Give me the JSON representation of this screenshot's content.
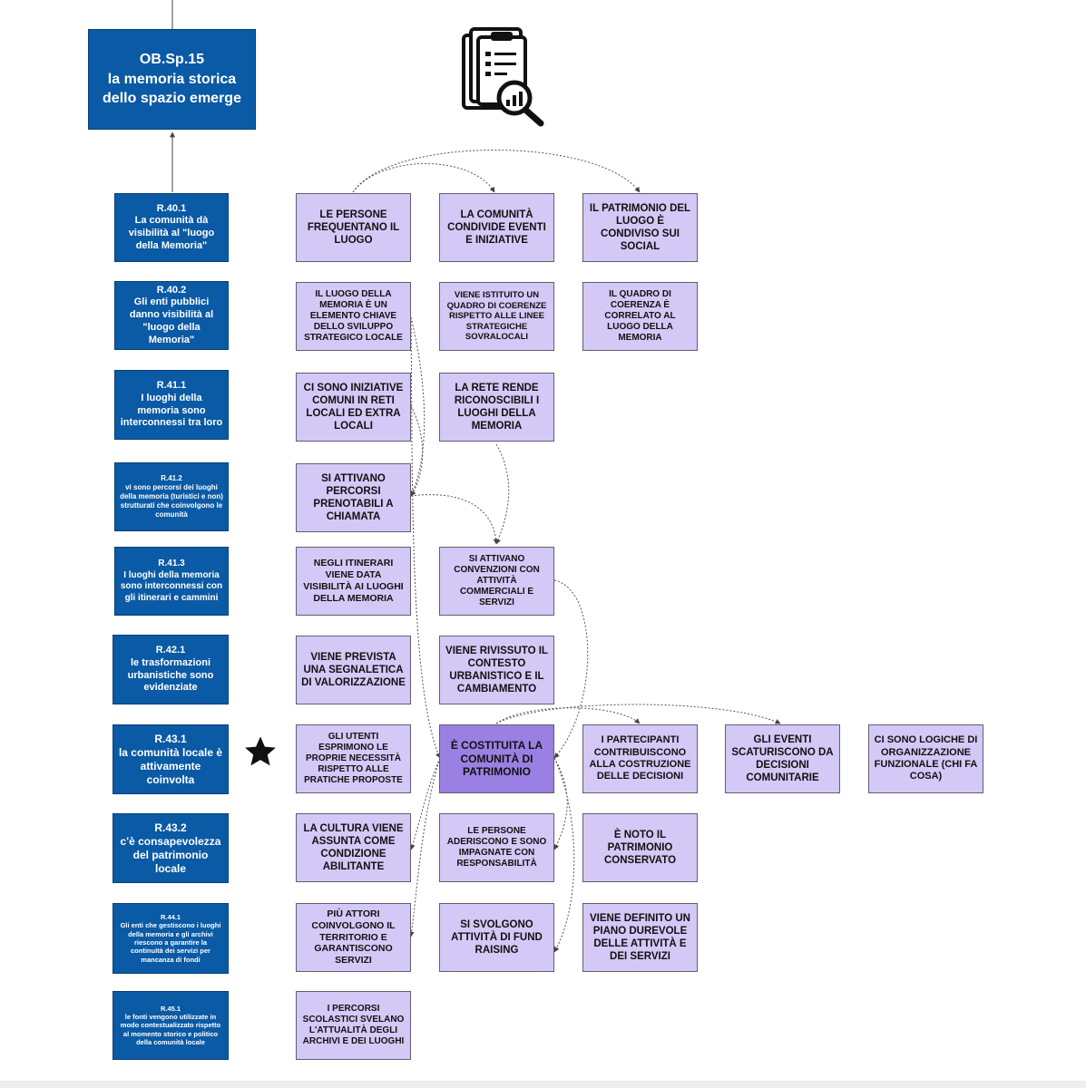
{
  "objective": {
    "code": "OB.Sp.15",
    "line1": "la memoria storica",
    "line2": "dello spazio emerge"
  },
  "results": [
    {
      "code": "R.40.1",
      "text": "La comunità dà visibilità al \"luogo della Memoria\""
    },
    {
      "code": "R.40.2",
      "text": "Gli enti pubblici danno visibilità al \"luogo della Memoria\""
    },
    {
      "code": "R.41.1",
      "text": "I luoghi della memoria sono interconnessi tra loro"
    },
    {
      "code": "R.41.2",
      "text": "vi sono percorsi dei luoghi della memoria (turistici e non) strutturati che coinvolgono le comunità"
    },
    {
      "code": "R.41.3",
      "text": "I luoghi della memoria sono interconnessi con gli itinerari e cammini"
    },
    {
      "code": "R.42.1",
      "text": "le trasformazioni urbanistiche sono evidenziate"
    },
    {
      "code": "R.43.1",
      "text": "la comunità locale è attivamente coinvolta"
    },
    {
      "code": "R.43.2",
      "text": "c'è consapevolezza del patrimonio locale"
    },
    {
      "code": "R.44.1",
      "text": "Gli enti che gestiscono i luoghi della memoria e gli archivi  riescono a garantire la continuità dei servizi per mancanza di fondi"
    },
    {
      "code": "R.45.1",
      "text": "le fonti vengono utilizzate  in modo contestualizzato rispetto al momento storico e politico della comunità locale"
    }
  ],
  "activities": {
    "c1": [
      "LE PERSONE FREQUENTANO IL LUOGO",
      "IL LUOGO DELLA MEMORIA È UN ELEMENTO CHIAVE DELLO SVILUPPO STRATEGICO LOCALE",
      "CI SONO INIZIATIVE COMUNI IN RETI LOCALI ED EXTRA LOCALI",
      "SI ATTIVANO PERCORSI PRENOTABILI A CHIAMATA",
      "NEGLI ITINERARI VIENE DATA VISIBILITÀ AI LUOGHI DELLA MEMORIA",
      "VIENE PREVISTA UNA SEGNALETICA DI VALORIZZAZIONE",
      "GLI UTENTI ESPRIMONO LE PROPRIE NECESSITÀ RISPETTO ALLE PRATICHE PROPOSTE",
      "LA CULTURA VIENE ASSUNTA COME CONDIZIONE ABILITANTE",
      "PIÙ ATTORI COINVOLGONO IL TERRITORIO E GARANTISCONO SERVIZI",
      "I PERCORSI SCOLASTICI SVELANO L'ATTUALITÀ DEGLI ARCHIVI E DEI LUOGHI"
    ],
    "c2": [
      "LA COMUNITÀ CONDIVIDE EVENTI E INIZIATIVE",
      "VIENE ISTITUITO UN QUADRO DI COERENZE RISPETTO ALLE LINEE STRATEGICHE SOVRALOCALI",
      "LA RETE RENDE RICONOSCIBILI I LUOGHI DELLA MEMORIA",
      "SI ATTIVANO CONVENZIONI CON ATTIVITÀ COMMERCIALI E SERVIZI",
      "VIENE RIVISSUTO IL CONTESTO URBANISTICO E IL CAMBIAMENTO",
      "È COSTITUITA LA COMUNITÀ DI PATRIMONIO",
      "LE PERSONE ADERISCONO E SONO IMPAGNATE CON RESPONSABILITÀ",
      "SI SVOLGONO ATTIVITÀ DI FUND RAISING"
    ],
    "c3": [
      "IL PATRIMONIO DEL LUOGO È CONDIVISO SUI SOCIAL",
      "IL QUADRO DI COERENZA È CORRELATO AL LUOGO DELLA MEMORIA",
      "I PARTECIPANTI CONTRIBUISCONO ALLA COSTRUZIONE DELLE DECISIONI",
      "È NOTO IL PATRIMONIO CONSERVATO",
      "VIENE DEFINITO UN PIANO DUREVOLE DELLE ATTIVITÀ E DEI SERVIZI"
    ],
    "c4": "GLI EVENTI SCATURISCONO DA DECISIONI COMUNITARIE",
    "c5": "CI SONO LOGICHE DI ORGANIZZAZIONE FUNZIONALE (CHI FA COSA)"
  },
  "icons": {
    "header": "clipboard-analysis-icon",
    "marker": "star-icon"
  },
  "colors": {
    "blue": "#0a5aa5",
    "purple": "#d4c8f6",
    "purple_dark": "#9a80e2"
  }
}
